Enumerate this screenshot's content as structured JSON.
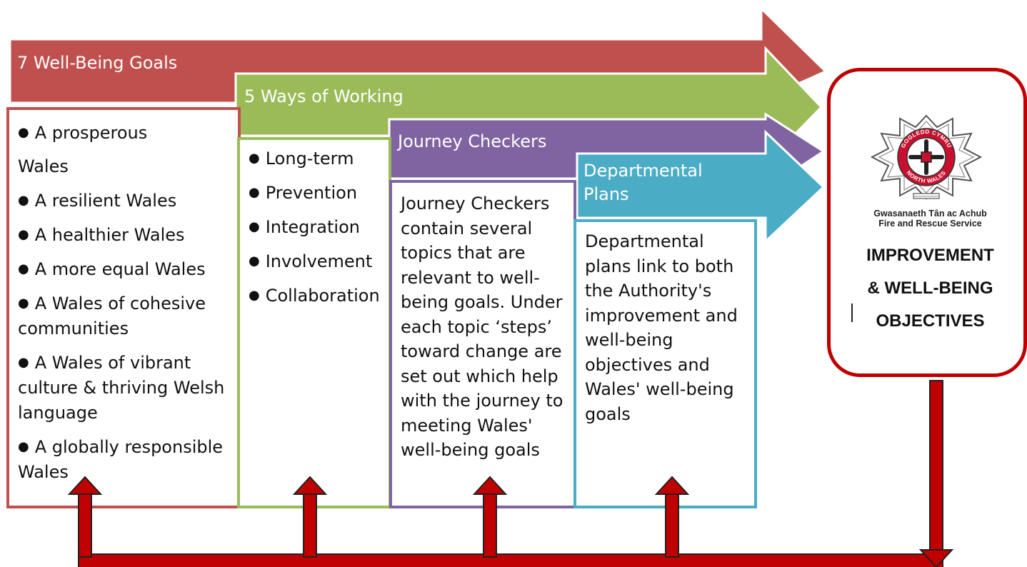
{
  "bands": {
    "goals": {
      "title": "7 Well-Being Goals",
      "color": "#c0504d"
    },
    "ways": {
      "title": "5 Ways of Working",
      "color": "#9bbb59"
    },
    "checkers": {
      "title": "Journey Checkers",
      "color": "#8064a2"
    },
    "plans": {
      "title_line1": "Departmental",
      "title_line2": "Plans",
      "color": "#4bacc6"
    }
  },
  "goals_box": {
    "items": [
      "A prosperous",
      "Wales",
      "A resilient Wales",
      "A healthier Wales",
      "A more equal Wales",
      "A Wales of cohesive communities",
      "A Wales of vibrant culture & thriving Welsh language",
      "A globally responsible Wales"
    ]
  },
  "ways_box": {
    "items": [
      "Long-term",
      "Prevention",
      "Integration",
      "Involvement",
      "Collaboration"
    ]
  },
  "checkers_box": {
    "text": "Journey Checkers contain several topics that are relevant to well-being goals. Under each topic ‘steps’ toward change are set out which help with the journey to meeting Wales' well-being goals"
  },
  "plans_box": {
    "text": "Departmental plans link to both the Authority's improvement and well-being objectives and Wales' well-being goals"
  },
  "objectives_box": {
    "logo_text_line1": "GOGLEDD CYMRU",
    "logo_text_line2": "NORTH WALES",
    "caption_line1": "Gwasanaeth Tân ac Achub",
    "caption_line2": "Fire and Rescue Service",
    "title_line1": "IMPROVEMENT",
    "title_line2": "& WELL-BEING",
    "title_line3": "OBJECTIVES",
    "border_color": "#c00000"
  },
  "feedback_arrows": {
    "color": "#c00000"
  }
}
